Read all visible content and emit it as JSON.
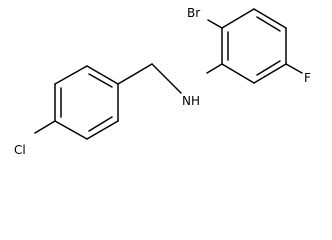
{
  "molecule": {
    "atoms": {
      "bromine": "Br",
      "amine": "NH",
      "fluorine": "F",
      "chlorine": "Cl"
    }
  }
}
